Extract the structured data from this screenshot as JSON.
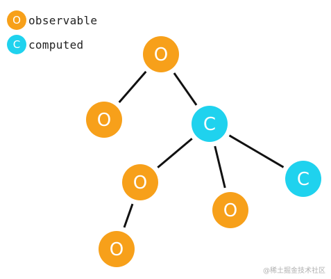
{
  "colors": {
    "observable": "#f7a01a",
    "computed": "#1fd2ee",
    "edge": "#111111"
  },
  "legend": [
    {
      "key": "observable",
      "symbol": "O",
      "label": "observable"
    },
    {
      "key": "computed",
      "symbol": "C",
      "label": "computed"
    }
  ],
  "nodes": [
    {
      "id": "n1",
      "type": "observable",
      "label": "O"
    },
    {
      "id": "n2",
      "type": "observable",
      "label": "O"
    },
    {
      "id": "n3",
      "type": "computed",
      "label": "C"
    },
    {
      "id": "n4",
      "type": "observable",
      "label": "O"
    },
    {
      "id": "n5",
      "type": "observable",
      "label": "O"
    },
    {
      "id": "n6",
      "type": "computed",
      "label": "C"
    },
    {
      "id": "n7",
      "type": "observable",
      "label": "O"
    }
  ],
  "edges": [
    {
      "from": "n1",
      "to": "n2"
    },
    {
      "from": "n1",
      "to": "n3"
    },
    {
      "from": "n3",
      "to": "n4"
    },
    {
      "from": "n3",
      "to": "n5"
    },
    {
      "from": "n3",
      "to": "n6"
    },
    {
      "from": "n4",
      "to": "n7"
    }
  ],
  "watermark": "@稀土掘金技术社区"
}
